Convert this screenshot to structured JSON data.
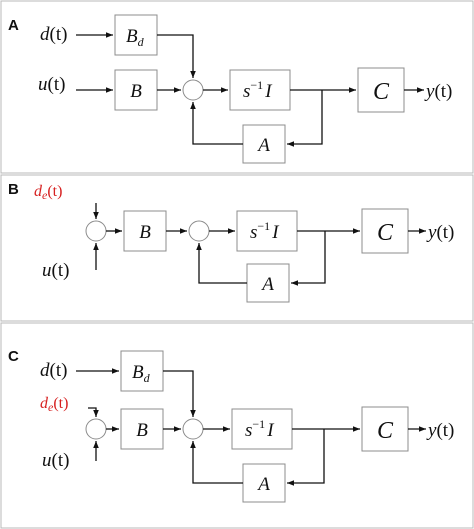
{
  "panels": {
    "a": {
      "letter": "A",
      "d_input": {
        "sym": "d",
        "arg": "(t)"
      },
      "u_input": {
        "sym": "u",
        "arg": "(t)"
      },
      "bd_block": {
        "sym": "B",
        "sub": "d"
      },
      "b_block": {
        "sym": "B"
      },
      "integrator": {
        "pre": "s",
        "exp": "−1",
        "sym": "I"
      },
      "c_block": {
        "sym": "C"
      },
      "a_block": {
        "sym": "A"
      },
      "output": {
        "sym": "y",
        "arg": "(t)"
      }
    },
    "b": {
      "letter": "B",
      "de_input": {
        "sym": "d",
        "sub": "e",
        "arg": "(t)"
      },
      "u_input": {
        "sym": "u",
        "arg": "(t)"
      },
      "b_block": {
        "sym": "B"
      },
      "integrator": {
        "pre": "s",
        "exp": "−1",
        "sym": "I"
      },
      "c_block": {
        "sym": "C"
      },
      "a_block": {
        "sym": "A"
      },
      "output": {
        "sym": "y",
        "arg": "(t)"
      }
    },
    "c": {
      "letter": "C",
      "d_input": {
        "sym": "d",
        "arg": "(t)"
      },
      "de_input": {
        "sym": "d",
        "sub": "e",
        "arg": "(t)"
      },
      "u_input": {
        "sym": "u",
        "arg": "(t)"
      },
      "bd_block": {
        "sym": "B",
        "sub": "d"
      },
      "b_block": {
        "sym": "B"
      },
      "integrator": {
        "pre": "s",
        "exp": "−1",
        "sym": "I"
      },
      "c_block": {
        "sym": "C"
      },
      "a_block": {
        "sym": "A"
      },
      "output": {
        "sym": "y",
        "arg": "(t)"
      }
    }
  },
  "colors": {
    "disturbance_estimate": "#d62020",
    "wire": "#111111",
    "block_border": "#8c8c8c"
  }
}
